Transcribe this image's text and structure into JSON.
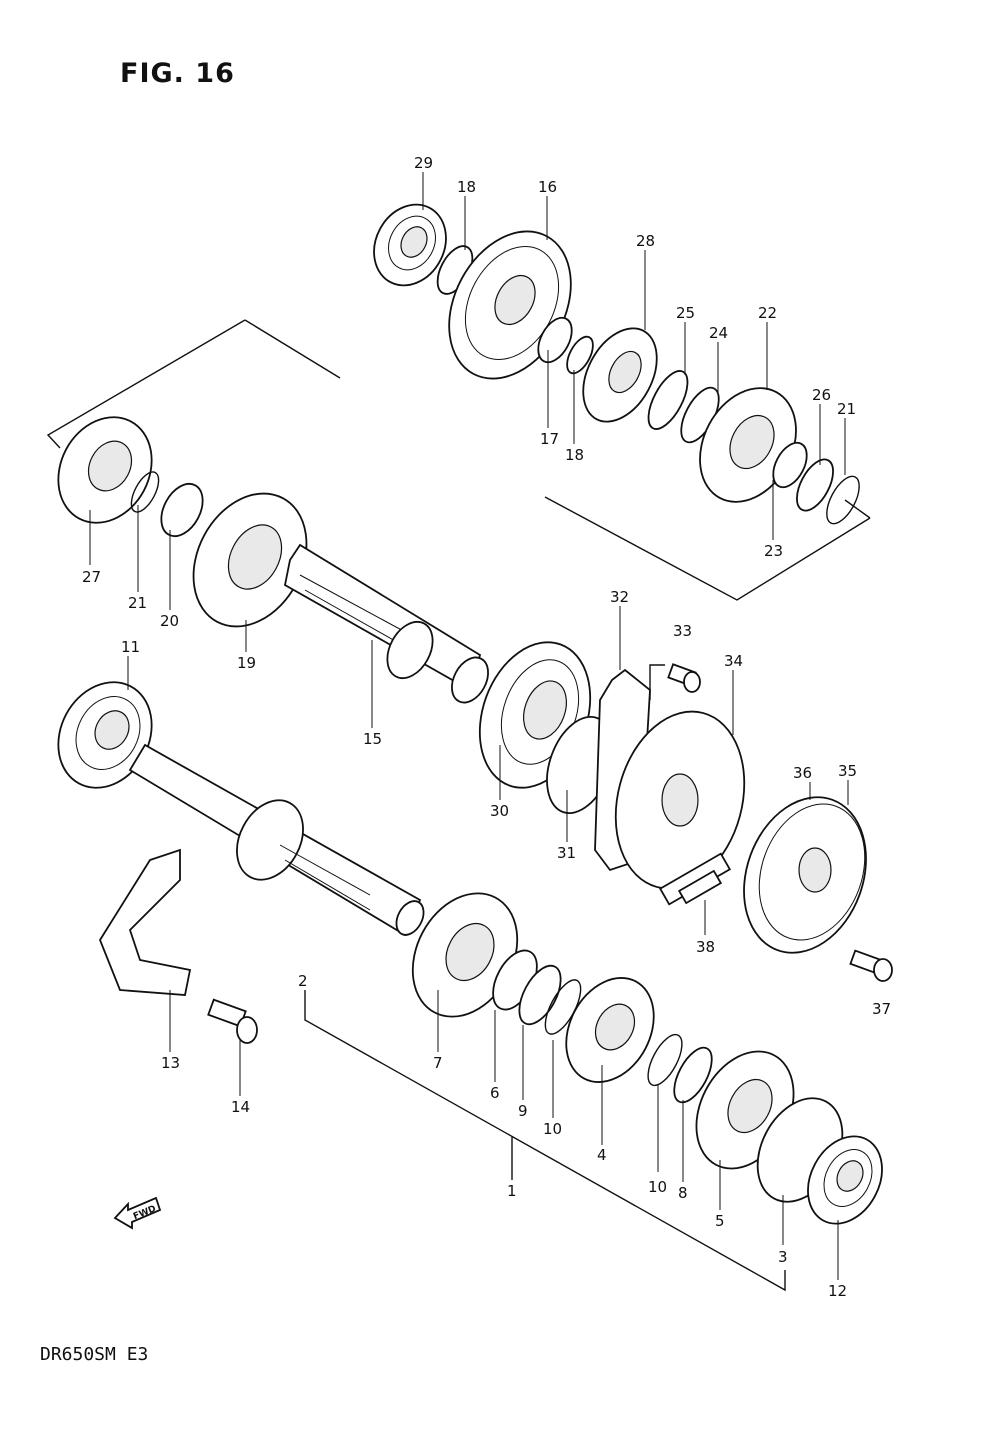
{
  "figure": {
    "title": "FIG. 16",
    "model": "DR650SM  E3",
    "fwd_label": "FWD"
  },
  "callouts": [
    {
      "id": "c29",
      "text": "29"
    },
    {
      "id": "c18a",
      "text": "18"
    },
    {
      "id": "c16",
      "text": "16"
    },
    {
      "id": "c28",
      "text": "28"
    },
    {
      "id": "c25",
      "text": "25"
    },
    {
      "id": "c24",
      "text": "24"
    },
    {
      "id": "c22",
      "text": "22"
    },
    {
      "id": "c26",
      "text": "26"
    },
    {
      "id": "c21a",
      "text": "21"
    },
    {
      "id": "c17",
      "text": "17"
    },
    {
      "id": "c18b",
      "text": "18"
    },
    {
      "id": "c23",
      "text": "23"
    },
    {
      "id": "c27",
      "text": "27"
    },
    {
      "id": "c21b",
      "text": "21"
    },
    {
      "id": "c20",
      "text": "20"
    },
    {
      "id": "c19",
      "text": "19"
    },
    {
      "id": "c15",
      "text": "15"
    },
    {
      "id": "c32",
      "text": "32"
    },
    {
      "id": "c33",
      "text": "33"
    },
    {
      "id": "c34",
      "text": "34"
    },
    {
      "id": "c30",
      "text": "30"
    },
    {
      "id": "c31",
      "text": "31"
    },
    {
      "id": "c36",
      "text": "36"
    },
    {
      "id": "c35",
      "text": "35"
    },
    {
      "id": "c38",
      "text": "38"
    },
    {
      "id": "c37",
      "text": "37"
    },
    {
      "id": "c11",
      "text": "11"
    },
    {
      "id": "c2",
      "text": "2"
    },
    {
      "id": "c13",
      "text": "13"
    },
    {
      "id": "c14",
      "text": "14"
    },
    {
      "id": "c7",
      "text": "7"
    },
    {
      "id": "c6",
      "text": "6"
    },
    {
      "id": "c9",
      "text": "9"
    },
    {
      "id": "c10a",
      "text": "10"
    },
    {
      "id": "c4",
      "text": "4"
    },
    {
      "id": "c10b",
      "text": "10"
    },
    {
      "id": "c8",
      "text": "8"
    },
    {
      "id": "c5",
      "text": "5"
    },
    {
      "id": "c3",
      "text": "3"
    },
    {
      "id": "c12",
      "text": "12"
    },
    {
      "id": "c1",
      "text": "1"
    }
  ]
}
